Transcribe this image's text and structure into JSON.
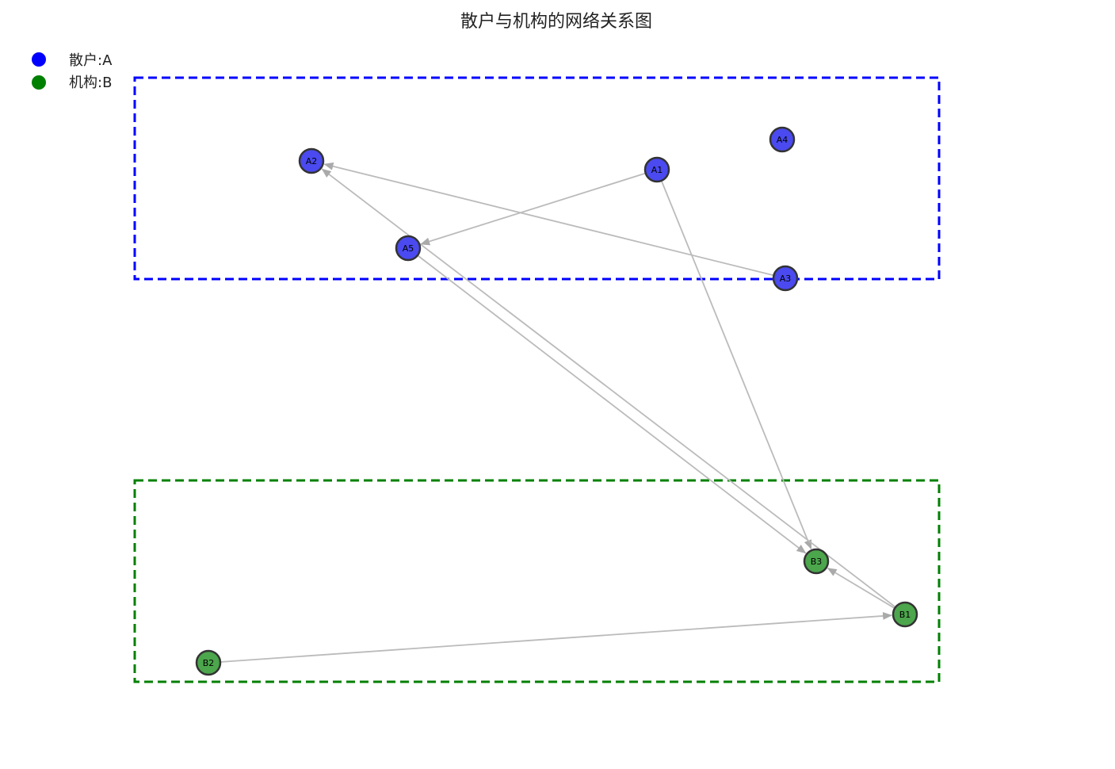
{
  "title": "散户与机构的网络关系图",
  "legend": [
    {
      "label": "散户:A",
      "color": "#0000ff"
    },
    {
      "label": "机构:B",
      "color": "#008000"
    }
  ],
  "groups": [
    {
      "id": "A",
      "border_color": "#0000ff"
    },
    {
      "id": "B",
      "border_color": "#008000"
    }
  ],
  "node_colors": {
    "A": "#4a4af0",
    "B": "#4ca64c"
  },
  "edge_color": "#bbbbbb",
  "nodes": [
    {
      "id": "A1",
      "label": "A1",
      "group": "A"
    },
    {
      "id": "A2",
      "label": "A2",
      "group": "A"
    },
    {
      "id": "A3",
      "label": "A3",
      "group": "A"
    },
    {
      "id": "A4",
      "label": "A4",
      "group": "A"
    },
    {
      "id": "A5",
      "label": "A5",
      "group": "A"
    },
    {
      "id": "B1",
      "label": "B1",
      "group": "B"
    },
    {
      "id": "B2",
      "label": "B2",
      "group": "B"
    },
    {
      "id": "B3",
      "label": "B3",
      "group": "B"
    }
  ],
  "edges": [
    {
      "from": "A1",
      "to": "A5"
    },
    {
      "from": "A1",
      "to": "B3"
    },
    {
      "from": "A3",
      "to": "A2"
    },
    {
      "from": "B1",
      "to": "A2"
    },
    {
      "from": "B1",
      "to": "B3"
    },
    {
      "from": "B2",
      "to": "B1"
    },
    {
      "from": "A5",
      "to": "B3"
    }
  ]
}
